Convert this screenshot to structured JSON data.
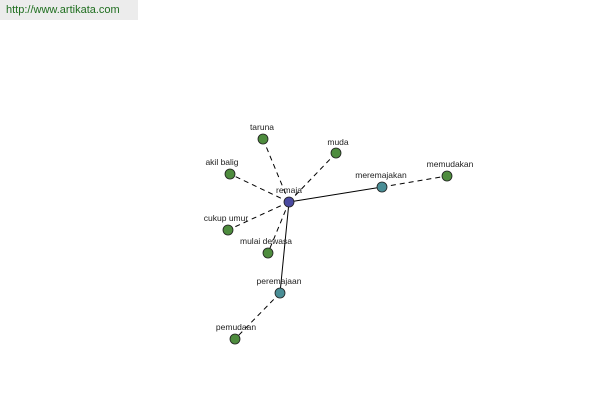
{
  "source_url": "http://www.artikata.com",
  "colors": {
    "center_node": "#4a4aa0",
    "intermediate_node": "#4a8e96",
    "leaf_node": "#4e8c3e",
    "node_stroke": "#1e1e1e",
    "edge": "#000000",
    "url_text": "#1f6e1f",
    "banner_bg": "#ececec"
  },
  "nodes": [
    {
      "id": "remaja",
      "label": "remaja",
      "kind": "center"
    },
    {
      "id": "taruna",
      "label": "taruna",
      "kind": "leaf"
    },
    {
      "id": "muda",
      "label": "muda",
      "kind": "leaf"
    },
    {
      "id": "akil-balig",
      "label": "akil balig",
      "kind": "leaf"
    },
    {
      "id": "cukup-umur",
      "label": "cukup umur",
      "kind": "leaf"
    },
    {
      "id": "mulai-dewasa",
      "label": "mulai dewasa",
      "kind": "leaf"
    },
    {
      "id": "meremajakan",
      "label": "meremajakan",
      "kind": "intermediate"
    },
    {
      "id": "memudakan",
      "label": "memudakan",
      "kind": "leaf"
    },
    {
      "id": "peremajaan",
      "label": "peremajaan",
      "kind": "intermediate"
    },
    {
      "id": "pemudaan",
      "label": "pemudaan",
      "kind": "leaf"
    }
  ],
  "edges": [
    {
      "from": "remaja",
      "to": "taruna",
      "style": "dashed"
    },
    {
      "from": "remaja",
      "to": "muda",
      "style": "dashed"
    },
    {
      "from": "remaja",
      "to": "akil-balig",
      "style": "dashed"
    },
    {
      "from": "remaja",
      "to": "cukup-umur",
      "style": "dashed"
    },
    {
      "from": "remaja",
      "to": "mulai-dewasa",
      "style": "dashed"
    },
    {
      "from": "remaja",
      "to": "meremajakan",
      "style": "solid"
    },
    {
      "from": "meremajakan",
      "to": "memudakan",
      "style": "dashed"
    },
    {
      "from": "remaja",
      "to": "peremajaan",
      "style": "solid"
    },
    {
      "from": "peremajaan",
      "to": "pemudaan",
      "style": "dashed"
    }
  ]
}
